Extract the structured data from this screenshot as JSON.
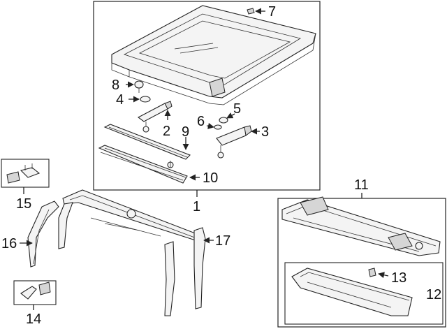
{
  "callouts": {
    "c1": "1",
    "c2": "2",
    "c3": "3",
    "c4": "4",
    "c5": "5",
    "c6": "6",
    "c7": "7",
    "c8": "8",
    "c9": "9",
    "c10": "10",
    "c11": "11",
    "c12": "12",
    "c13": "13",
    "c14": "14",
    "c15": "15",
    "c16": "16",
    "c17": "17"
  },
  "colors": {
    "line": "#222222",
    "background": "#ffffff"
  }
}
